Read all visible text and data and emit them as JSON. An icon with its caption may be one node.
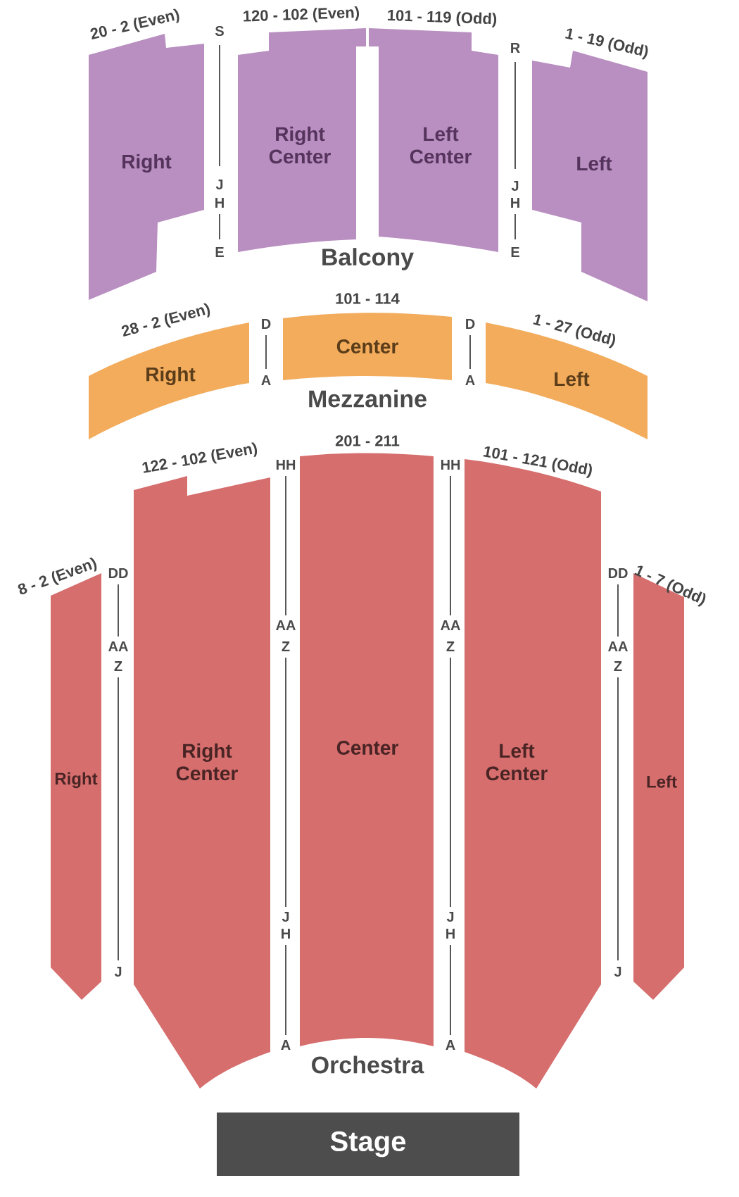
{
  "diagram": {
    "nodes": [
      {
        "text": [
          "Right"
        ],
        "beside": [
          "20 - 2 (Even)"
        ]
      },
      {
        "text": [
          "Right Center"
        ],
        "beside": [
          "120 - 102 (Even)"
        ]
      },
      {
        "text": [
          "Left Center"
        ],
        "beside": [
          "101 - 119 (Odd)"
        ]
      },
      {
        "text": [
          "Left"
        ],
        "beside": [
          "1 - 19 (Odd)"
        ]
      },
      {
        "text": [
          "Right"
        ],
        "beside": [
          "28 - 2 (Even)"
        ]
      },
      {
        "text": [
          "Center"
        ],
        "beside": [
          "101 - 114"
        ]
      },
      {
        "text": [
          "Left"
        ],
        "beside": [
          "1 - 27 (Odd)"
        ]
      },
      {
        "text": [
          "Right"
        ],
        "beside": [
          "8 - 2 (Even)"
        ]
      },
      {
        "text": [
          "Right Center"
        ],
        "beside": [
          "122 - 102 (Even)"
        ]
      },
      {
        "text": [
          "Center"
        ],
        "beside": [
          "201 - 211"
        ]
      },
      {
        "text": [
          "Left Center"
        ],
        "beside": [
          "101 - 121 (Odd)"
        ]
      },
      {
        "text": [
          "Left"
        ],
        "beside": [
          "1 - 7 (Odd)"
        ]
      },
      {
        "text": [
          "Stage"
        ]
      }
    ],
    "labels": [
      "S",
      "R",
      "J",
      "H",
      "J",
      "H",
      "E",
      "Balcony",
      "E",
      "D",
      "D",
      "A",
      "A",
      "Mezzanine",
      "HH",
      "HH",
      "DD",
      "DD",
      "AA",
      "AA",
      "AA",
      "Z",
      "Z",
      "AA",
      "Z",
      "Z",
      "J",
      "H",
      "J",
      "H",
      "J",
      "J",
      "A",
      "A",
      "Orchestra"
    ]
  }
}
